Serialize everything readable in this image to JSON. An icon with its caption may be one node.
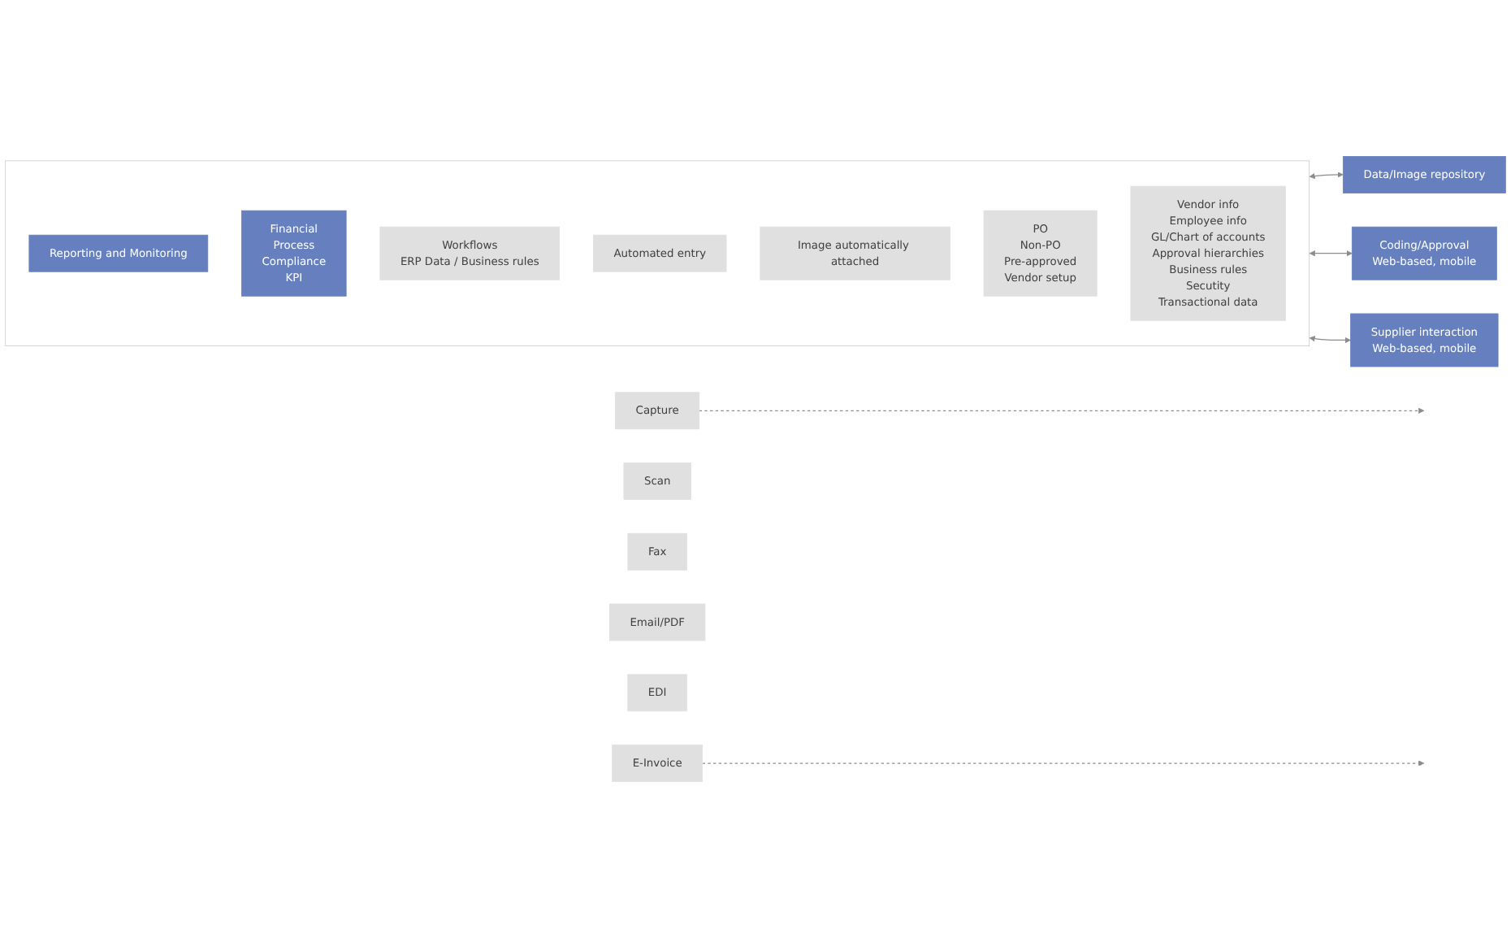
{
  "diagram": {
    "nodes": [
      {
        "text": [
          "Capture"
        ]
      },
      {
        "text": [
          "Scan"
        ]
      },
      {
        "text": [
          "Fax"
        ]
      },
      {
        "text": [
          "Email/PDF"
        ]
      },
      {
        "text": [
          "EDI"
        ]
      },
      {
        "text": [
          "E-Invoice"
        ]
      },
      {
        "text": [],
        "shape": "box"
      },
      {
        "text": [
          "Reporting and Monitoring"
        ],
        "in": 6
      },
      {
        "text": [
          "Financial",
          "Process",
          "Compliance",
          "KPI"
        ],
        "in": 6
      },
      {
        "text": [
          "Workflows",
          "ERP Data / Business rules"
        ],
        "in": 6
      },
      {
        "text": [
          "Automated entry"
        ],
        "in": 6
      },
      {
        "text": [
          "Image automatically attached"
        ],
        "in": 6
      },
      {
        "text": [
          "PO",
          "Non-PO",
          "Pre-approved",
          "Vendor setup"
        ],
        "in": 6
      },
      {
        "text": [
          "Vendor info",
          "Employee info",
          "GL/Chart of accounts",
          "Approval hierarchies",
          "Business rules",
          "Secutity",
          "Transactional data"
        ],
        "in": 6
      },
      {
        "text": [
          "Data/Image repository"
        ]
      },
      {
        "text": [
          "Coding/Approval",
          "Web-based, mobile"
        ]
      },
      {
        "text": [
          "Supplier interaction",
          "Web-based, mobile"
        ]
      }
    ],
    "edges": [
      {
        "from": 0,
        "to": null,
        "arrow": "to",
        "style": "dashed"
      },
      {
        "from": 5,
        "to": null,
        "arrow": "to",
        "style": "dashed"
      },
      {
        "from": 6,
        "to": 14,
        "arrow": "both"
      },
      {
        "from": 6,
        "to": 15,
        "arrow": "both"
      },
      {
        "from": 6,
        "to": 16,
        "arrow": "both"
      }
    ]
  }
}
